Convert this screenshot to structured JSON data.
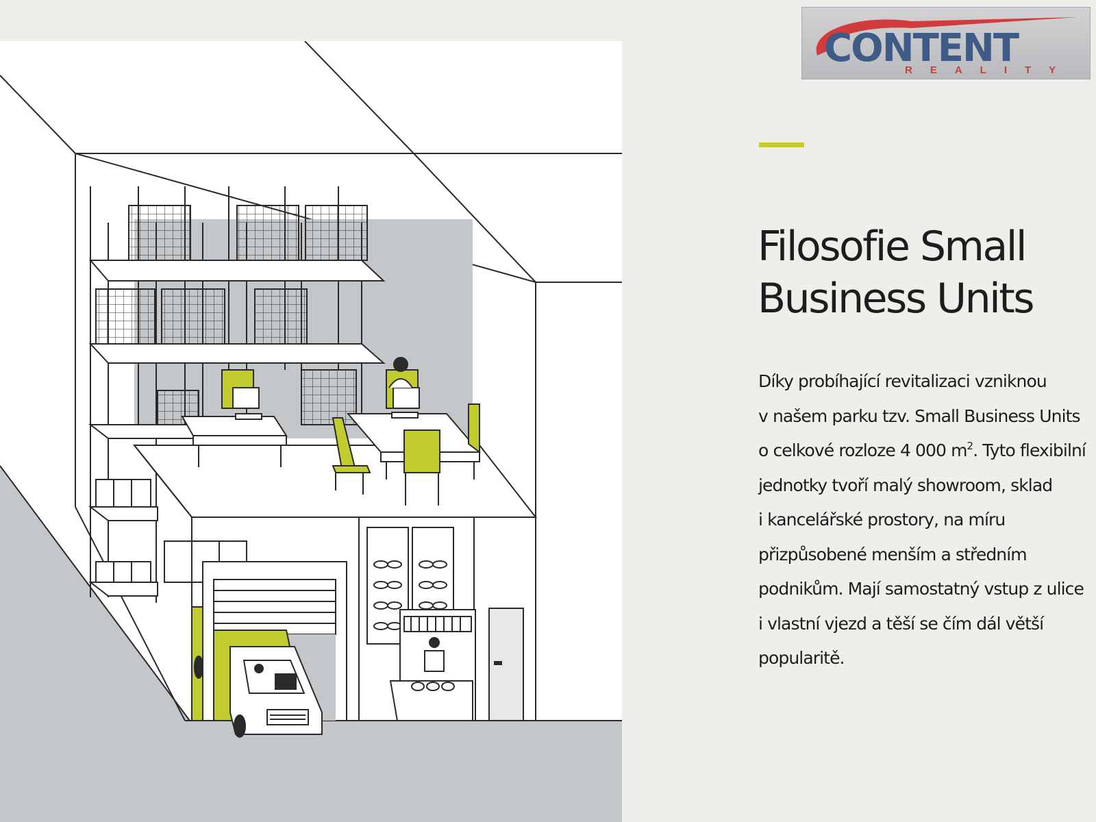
{
  "logo": {
    "brand": "CONTENT",
    "sub": "REALITY",
    "colors": {
      "red": "#d33a3c",
      "blue": "#3e5a86"
    }
  },
  "accent_color": "#c4cc2b",
  "heading": {
    "lines": [
      "Filosofie Small",
      "Business Units"
    ]
  },
  "body": {
    "line1": "Díky probíhající revitalizaci vzniknou",
    "line2": "v našem parku tzv. Small Business Units",
    "line3_pre": "o celkové rozloze 4 000 m",
    "line3_sup": "2",
    "line3_post": ". Tyto flexibilní",
    "line4": "jednotky tvoří malý showroom, sklad",
    "line5": "i kancelářské prostory, na míru",
    "line6": "přizpůsobené menším a středním",
    "line7": "podnikům. Mají samostatný vstup z ulice",
    "line8": "i vlastní vjezd a těší se čím dál větší",
    "line9": "popularitě."
  },
  "illustration": {
    "colors": {
      "line": "#2a2a2a",
      "grey": "#c3c7c9",
      "chartreuse": "#c2cc2d",
      "white": "#ffffff"
    }
  }
}
